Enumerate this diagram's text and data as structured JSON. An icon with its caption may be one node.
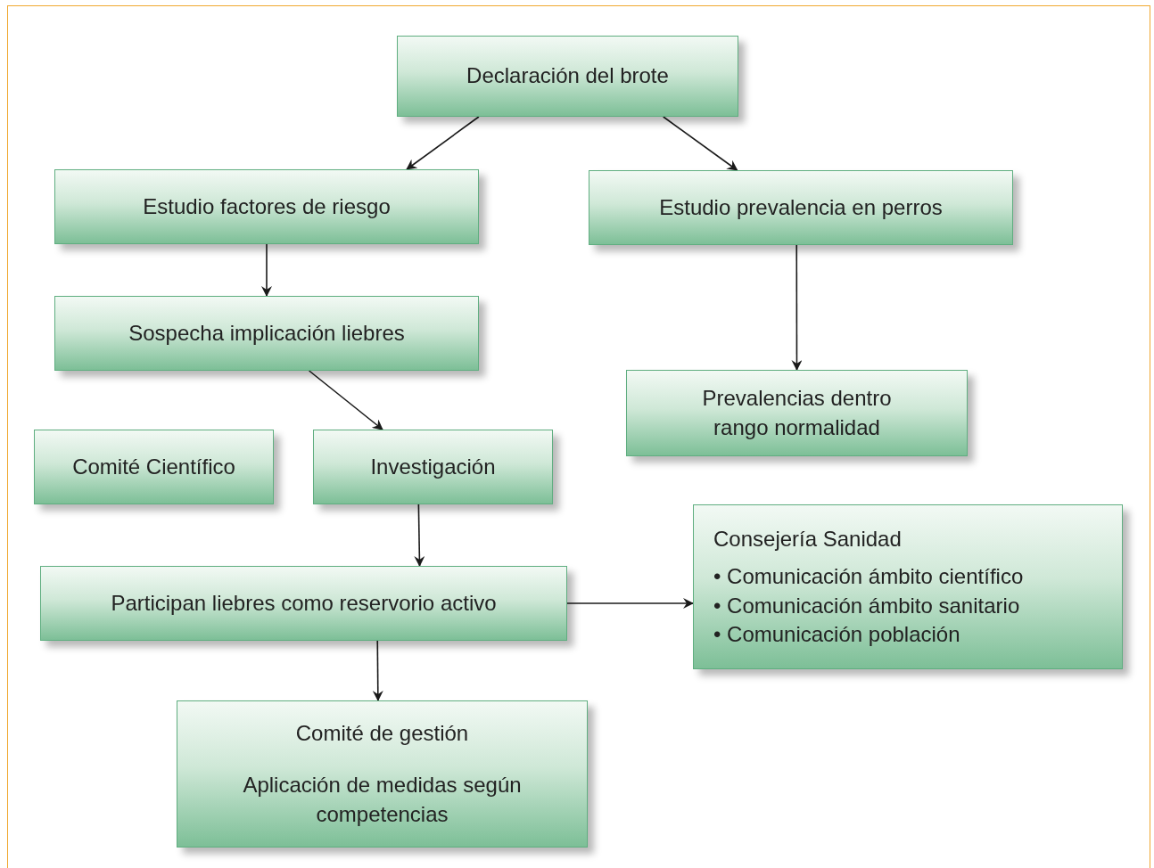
{
  "diagram": {
    "nodes": [
      {
        "text": [
          "Declaración del brote"
        ]
      },
      {
        "text": [
          "Estudio factores de riesgo"
        ]
      },
      {
        "text": [
          "Estudio prevalencia en perros"
        ]
      },
      {
        "text": [
          "Sospecha implicación liebres"
        ]
      },
      {
        "text": [
          "Prevalencias dentro rango normalidad"
        ]
      },
      {
        "text": [
          "Comité Científico"
        ]
      },
      {
        "text": [
          "Investigación"
        ]
      },
      {
        "text": [
          "Participan liebres como reservorio activo"
        ]
      },
      {
        "text": [
          "Consejería Sanidad",
          "• Comunicación ámbito científico",
          "• Comunicación ámbito sanitario",
          "• Comunicación población"
        ]
      },
      {
        "text": [
          "Comité de gestión",
          "Aplicación de medidas según competencias"
        ]
      }
    ],
    "edges": [
      {
        "from": 0,
        "to": 1,
        "arrow": "to"
      },
      {
        "from": 0,
        "to": 2,
        "arrow": "to"
      },
      {
        "from": 1,
        "to": 3,
        "arrow": "to"
      },
      {
        "from": 2,
        "to": 4,
        "arrow": "to"
      },
      {
        "from": 3,
        "to": 6,
        "arrow": "to"
      },
      {
        "from": 6,
        "to": 7,
        "arrow": "to"
      },
      {
        "from": 7,
        "to": 8,
        "arrow": "to"
      },
      {
        "from": 7,
        "to": 9,
        "arrow": "to"
      }
    ]
  }
}
